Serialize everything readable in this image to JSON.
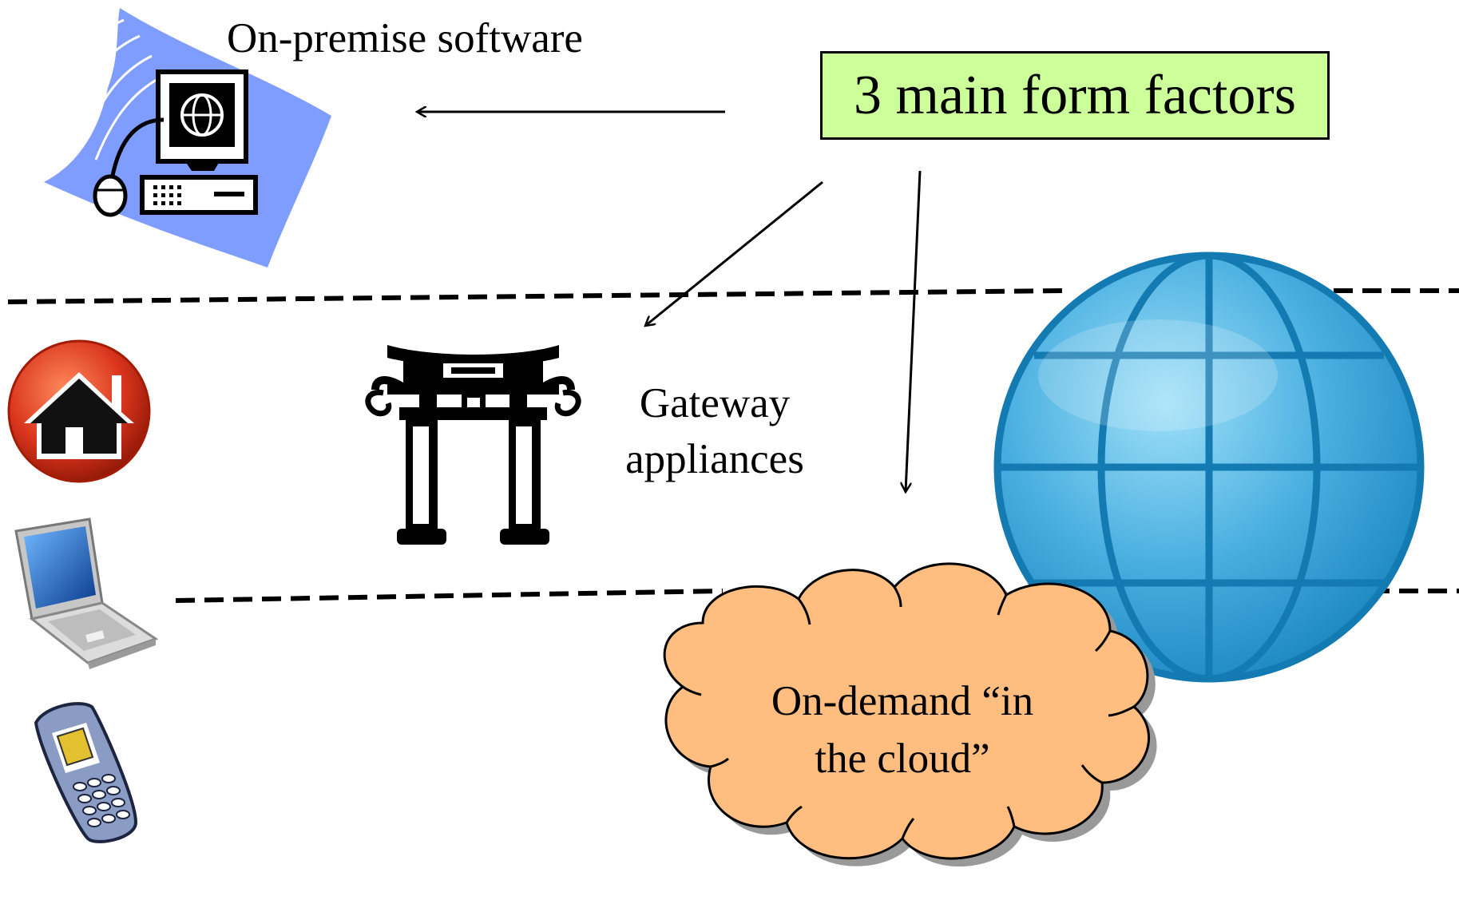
{
  "title": "3 main form factors",
  "labels": {
    "on_premise": "On-premise software",
    "gateway": "Gateway appliances",
    "cloud": "On-demand “in the cloud”"
  },
  "colors": {
    "title_box_fill": "#ccff99",
    "cloud_fill": "#ffbe80",
    "globe_blue": "#1a8fc8",
    "globe_light": "#6cc3ea",
    "swoosh_blue": "#7f9cff",
    "home_red": "#d9341c"
  },
  "icons": [
    "desktop-computer-icon",
    "torii-gate-icon",
    "globe-icon",
    "cloud-shape",
    "home-icon",
    "laptop-icon",
    "mobile-phone-icon"
  ]
}
